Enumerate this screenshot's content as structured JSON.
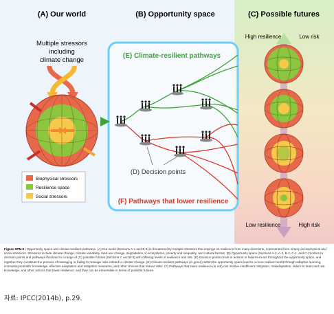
{
  "panels": {
    "a_title": "(A) Our world",
    "b_title": "(B) Opportunity space",
    "c_title": "(C) Possible futures"
  },
  "stressors_label": [
    "Multiple stressors",
    "including",
    "climate change"
  ],
  "pathways": {
    "resilient": "(E) Climate-resilient pathways",
    "lower": "(F) Pathways that lower resilience",
    "decision_points": "(D) Decision points"
  },
  "legend": {
    "biophysical": "Biophysical stressors",
    "resilience": "Resilience space",
    "social": "Social stressors"
  },
  "futures": {
    "high_resilience": "High resilience",
    "low_risk": "Low risk",
    "low_resilience": "Low resilience",
    "high_risk": "High risk"
  },
  "colors": {
    "biophysical": "#e8684a",
    "resilience": "#8cc63f",
    "social": "#f7b733",
    "resilient_path": "#3ea23a",
    "lower_path": "#d9372c",
    "frame": "#6ecff6"
  },
  "caption": {
    "label": "Figure SPM.9",
    "text": "| Opportunity space and climate-resilient pathways. (A) Our world [Sections A-1 and B-1] is threatened by multiple stressors that impinge on resilience from many directions, represented here simply as biophysical and social stressors. Stressors include climate change, climate variability, land-use change, degradation of ecosystems, poverty and inequality, and cultural factors. (B) Opportunity space [Sections A-2, A-3, B-2, C-1, and C-2] refers to decision points and pathways that lead to a range of (C) possible futures [Sections C and B-3] with differing levels of resilience and risk. (D) Decision points result in actions or failures-to-act throughout the opportunity space, and together they constitute the process of managing or failing to manage risks related to climate change. (E) Climate-resilient pathways (in green) within the opportunity space lead to a more resilient world through adaptive learning, increasing scientific knowledge, effective adaptation and mitigation measures, and other choices that reduce risks. (F) Pathways that lower resilience (in red) can involve insufficient mitigation, maladaptation, failure to learn and use knowledge, and other actions that lower resilience; and they can be irreversible in terms of possible futures."
  },
  "source": "자료: IPCC(2014b), p.29."
}
